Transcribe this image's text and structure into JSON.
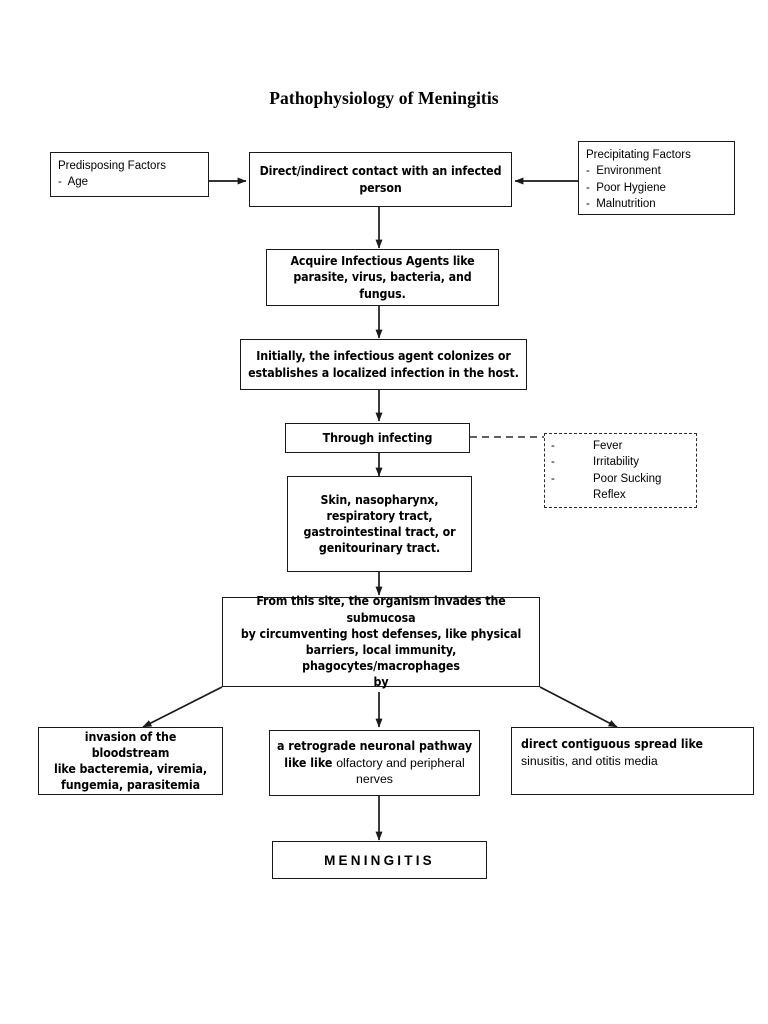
{
  "page": {
    "title": "Pathophysiology of Meningitis",
    "background": "#ffffff",
    "ink": "#1a1a1a"
  },
  "nodes": {
    "predisposing": {
      "heading": "Predisposing Factors",
      "items": [
        "-  Age"
      ]
    },
    "contact": {
      "line1": "Direct/indirect contact with an infected",
      "line2": "person"
    },
    "precipitating": {
      "heading": "Precipitating Factors",
      "items": [
        "-  Environment",
        "-  Poor Hygiene",
        "-  Malnutrition"
      ]
    },
    "acquire": {
      "line1": "Acquire Infectious Agents like",
      "line2": "parasite, virus, bacteria, and fungus."
    },
    "colonize": {
      "line1": "Initially, the infectious agent colonizes or",
      "line2": "establishes a localized infection in the host."
    },
    "through_infecting": {
      "line1": "Through infecting"
    },
    "symptoms": {
      "bullet": "-",
      "items": [
        "Fever",
        "Irritability",
        "Poor Sucking"
      ],
      "continuation": "Reflex"
    },
    "sites": {
      "line1": "Skin, nasopharynx,",
      "line2": "respiratory tract,",
      "line3": "gastrointestinal tract, or",
      "line4": "genitourinary tract."
    },
    "submucosa": {
      "line1": "From this site, the organism invades the submucosa",
      "line2": "by circumventing host defenses, like physical",
      "line3": "barriers, local immunity, phagocytes/macrophages",
      "line4": "by"
    },
    "bloodstream": {
      "line1": "invasion of the bloodstream",
      "line2": "like bacteremia, viremia,",
      "line3": "fungemia, parasitemia"
    },
    "neuronal": {
      "strong1": "a retrograde neuronal pathway",
      "strong2": "like like ",
      "light2": "olfactory and peripheral",
      "light3": "nerves"
    },
    "contiguous": {
      "strong1": "direct contiguous spread like",
      "light2": "sinusitis, and otitis media"
    },
    "outcome": {
      "label": "MENINGITIS"
    }
  }
}
